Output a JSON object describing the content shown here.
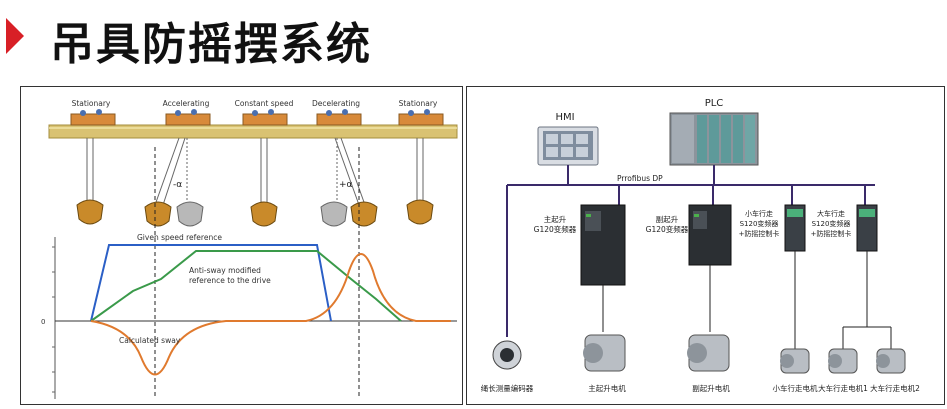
{
  "title": "吊具防摇摆系统",
  "left_diagram": {
    "phases": [
      "Stationary",
      "Accelerating",
      "Constant speed",
      "Decelerating",
      "Stationary"
    ],
    "alpha_labels": [
      "-α",
      "+α"
    ],
    "curve_labels": {
      "speed": "Given speed reference",
      "antisway_line1": "Anti-sway modified",
      "antisway_line2": "reference to the drive",
      "sway": "Calculated sway"
    },
    "axis_zero": "0",
    "colors": {
      "speed": "#2b5fc6",
      "antisway": "#3a9a4a",
      "sway": "#e07a2e",
      "beam": "#d9c272"
    }
  },
  "right_diagram": {
    "hmi": "HMI",
    "plc": "PLC",
    "bus": "Prrofibus DP",
    "main_hoist_drive": [
      "主起升",
      "G120变频器"
    ],
    "aux_hoist_drive": [
      "副起升",
      "G120变频器"
    ],
    "trolley_drive": [
      "小车行走",
      "S120变频器",
      "+防摇控制卡"
    ],
    "gantry_drive": [
      "大车行走",
      "S120变频器",
      "+防摇控制卡"
    ],
    "encoder": "绳长测量编码器",
    "motors": [
      "主起升电机",
      "副起升电机",
      "小车行走电机",
      "大车行走电机1",
      "大车行走电机2"
    ]
  }
}
